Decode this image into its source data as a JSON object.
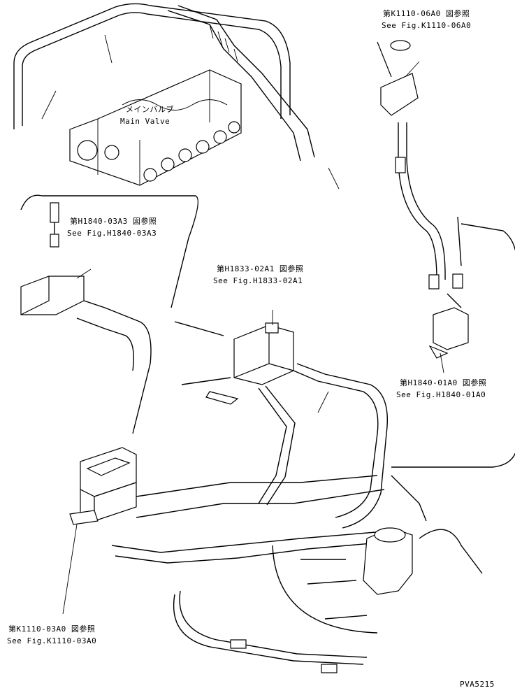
{
  "callouts": [
    {
      "jp": "第K1110-06A0 図参照",
      "en": "See Fig.K1110-06A0"
    },
    {
      "jp": "第H1840-03A3 図参照",
      "en": "See Fig.H1840-03A3"
    },
    {
      "jp": "第H1833-02A1 図参照",
      "en": "See Fig.H1833-02A1"
    },
    {
      "jp": "第H1840-01A0 図参照",
      "en": "See Fig.H1840-01A0"
    },
    {
      "jp": "第K1110-03A0 図参照",
      "en": "See Fig.K1110-03A0"
    }
  ],
  "main_valve": {
    "jp": "メインバルブ",
    "en": "Main Valve"
  },
  "drawing_number": "PVA5215"
}
